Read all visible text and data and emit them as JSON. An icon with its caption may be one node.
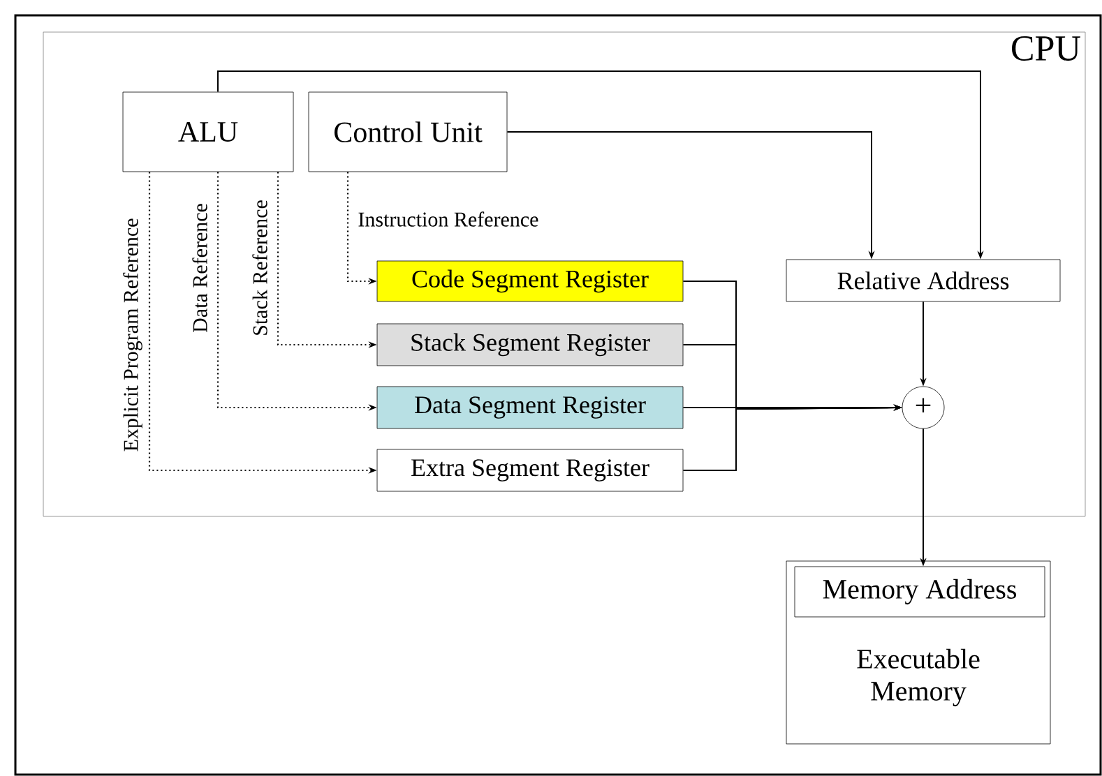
{
  "diagram": {
    "nodes": [
      {
        "text": [
          "CPU"
        ]
      },
      {
        "text": [
          "ALU"
        ],
        "in": 0
      },
      {
        "text": [
          "Control Unit"
        ],
        "in": 0
      },
      {
        "text": [
          "Code Segment Register"
        ],
        "in": 0
      },
      {
        "text": [
          "Stack Segment Register"
        ],
        "in": 0
      },
      {
        "text": [
          "Data Segment Register"
        ],
        "in": 0
      },
      {
        "text": [
          "Extra Segment Register"
        ],
        "in": 0
      },
      {
        "text": [
          "Relative Address"
        ],
        "in": 0
      },
      {
        "text": [
          "+"
        ],
        "in": 0
      },
      {
        "text": [
          "Executable Memory"
        ]
      },
      {
        "text": [
          "Memory Address"
        ],
        "in": 9
      }
    ],
    "edges": [
      {
        "from": 1,
        "to": 7,
        "arrow": "to"
      },
      {
        "from": 2,
        "to": 7,
        "arrow": "to"
      },
      {
        "from": 2,
        "to": 3,
        "arrow": "to",
        "style": "dashed",
        "label": "Instruction Reference"
      },
      {
        "from": 1,
        "to": 4,
        "arrow": "to",
        "style": "dashed",
        "label": "Stack Reference"
      },
      {
        "from": 1,
        "to": 5,
        "arrow": "to",
        "style": "dashed",
        "label": "Data Reference"
      },
      {
        "from": 1,
        "to": 6,
        "arrow": "to",
        "style": "dashed",
        "label": "Explicit Program Reference"
      },
      {
        "from": 3,
        "to": 8,
        "arrow": "to"
      },
      {
        "from": 4,
        "to": 8,
        "arrow": "to"
      },
      {
        "from": 5,
        "to": 8,
        "arrow": "to"
      },
      {
        "from": 6,
        "to": 8,
        "arrow": "to"
      },
      {
        "from": 7,
        "to": 8,
        "arrow": "to"
      },
      {
        "from": 8,
        "to": 10,
        "arrow": "to"
      }
    ]
  }
}
